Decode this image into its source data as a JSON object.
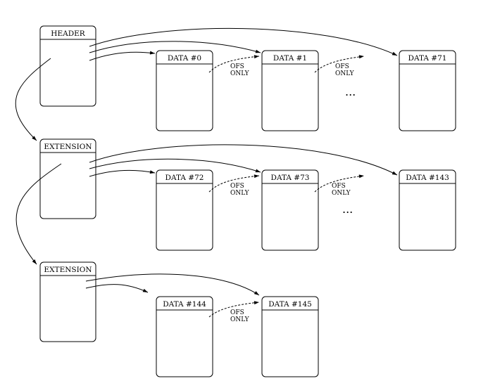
{
  "blocks": {
    "header": "HEADER",
    "extension_1": "EXTENSION",
    "extension_2": "EXTENSION",
    "data_0": "DATA #0",
    "data_1": "DATA #1",
    "data_71": "DATA #71",
    "data_72": "DATA #72",
    "data_73": "DATA #73",
    "data_143": "DATA #143",
    "data_144": "DATA #144",
    "data_145": "DATA #145"
  },
  "ofs_note": {
    "line1": "OFS",
    "line2": "ONLY"
  },
  "ellipsis": "..."
}
